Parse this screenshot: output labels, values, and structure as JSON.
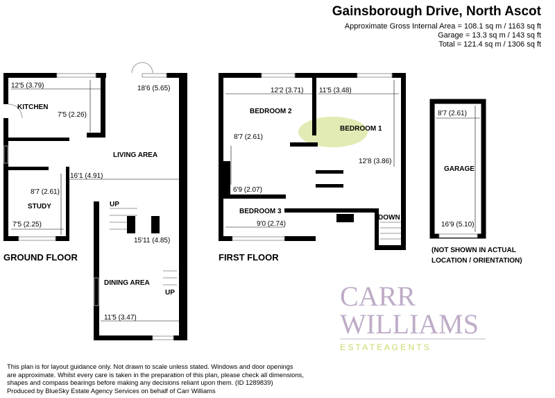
{
  "header": {
    "title": "Gainsborough Drive, North Ascot",
    "gross_area": "Approximate Gross Internal Area = 108.1 sq m / 1163 sq ft",
    "garage_area": "Garage = 13.3 sq m / 143 sq ft",
    "total_area": "Total = 121.4 sq m / 1306 sq ft"
  },
  "ground_floor": {
    "label": "GROUND FLOOR",
    "rooms": {
      "kitchen": "KITCHEN",
      "living": "LIVING AREA",
      "study": "STUDY",
      "dining": "DINING AREA"
    },
    "dims": {
      "kitchen_w": "12'5 (3.79)",
      "kitchen_d": "7'5 (2.26)",
      "living_d": "18'6 (5.65)",
      "living_w": "16'1 (4.91)",
      "study_d": "8'7 (2.61)",
      "study_w": "7'5 (2.25)",
      "dining_d": "15'11 (4.85)",
      "dining_w": "11'5 (3.47)"
    },
    "stairs_up": "UP",
    "stairs_up2": "UP"
  },
  "first_floor": {
    "label": "FIRST FLOOR",
    "rooms": {
      "bed1": "BEDROOM 1",
      "bed2": "BEDROOM 2",
      "bed3": "BEDROOM 3"
    },
    "dims": {
      "bed2_w": "12'2 (3.71)",
      "bed2_d": "8'7 (2.61)",
      "bed1_w": "11'5 (3.48)",
      "bed1_d": "12'8 (3.86)",
      "bed3_d": "6'9 (2.07)",
      "bed3_w": "9'0 (2.74)"
    },
    "stairs_down": "DOWN"
  },
  "garage": {
    "label": "GARAGE",
    "dim_w": "8'7 (2.61)",
    "dim_d": "16'9 (5.10)",
    "note1": "(NOT SHOWN IN ACTUAL",
    "note2": "LOCATION / ORIENTATION)"
  },
  "watermark": {
    "line1": "CARR",
    "line2": "WILLIAMS",
    "line3": "E S T A T E   A G E N T S"
  },
  "disclaimer": {
    "line1": "This plan is for layout guidance only. Not drawn to scale unless stated. Windows and door openings",
    "line2": "are approximate. Whilst every care is taken in the preparation of this plan, please check all dimensions,",
    "line3": "shapes and compass bearings before making any decisions reliant upon them. (ID 1289839)",
    "line4": "Produced by BlueSky Estate Agency Services on behalf of Carr Williams"
  },
  "colors": {
    "wall": "#000000",
    "watermark": "#8a6a9a",
    "logo": "#c8d86a"
  }
}
